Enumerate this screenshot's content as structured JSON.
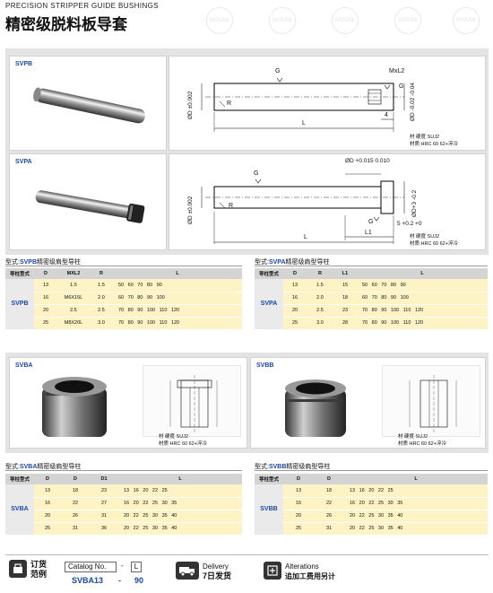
{
  "header": {
    "title_en": "PRECISION STRIPPER GUIDE BUSHINGS",
    "title_zh": "精密级脱料板导套"
  },
  "watermark": "MISUMI",
  "svpb": {
    "tag": "SVPB",
    "dims": {
      "g": "G",
      "mxl2": "MxL2",
      "g2": "G",
      "d_tol": "ØD ±0.002",
      "r": "R",
      "l": "L",
      "four": "4",
      "d_tol2": "ØD -0.02 -0.04"
    },
    "notes": [
      "材 硬度 SUJ2",
      "材质 HRC 60 62+淬冷"
    ]
  },
  "svpa": {
    "tag": "SVPA",
    "dims": {
      "d_top": "ØD +0.015 0.010",
      "g": "G",
      "d_tol": "ØD ±0.002",
      "r": "R",
      "g2": "G",
      "d3": "ØD+3 -0.2",
      "five": "5 +0.2 +0",
      "l1": "L1",
      "l": "L"
    },
    "notes": [
      "材 硬度 SUJ2",
      "材质 HRC 60 62+淬冷"
    ]
  },
  "table_svpb": {
    "title_prefix": "型式:",
    "title_code": "SVPB",
    "title_suffix": "精密级肩型导柱",
    "headers": [
      "导柱型式",
      "D",
      "MXL2",
      "R",
      "L"
    ],
    "side": "SVPB",
    "rows": [
      {
        "d": "13",
        "m": "1.5",
        "r": "1.5",
        "l": "50 60 70 80 90"
      },
      {
        "d": "16",
        "m": "M6X15L",
        "r": "2.0",
        "l": "60 70 80 90 100"
      },
      {
        "d": "20",
        "m": "2.5",
        "r": "2.5",
        "l": "70 80 90 100 110 120"
      },
      {
        "d": "25",
        "m": "M8X20L",
        "r": "3.0",
        "l": "70 80 90 100 110 120"
      }
    ]
  },
  "table_svpa": {
    "title_prefix": "型式:",
    "title_code": "SVPA",
    "title_suffix": "精密级肩型导柱",
    "headers": [
      "导柱型式",
      "D",
      "R",
      "L1",
      "L"
    ],
    "side": "SVPA",
    "rows": [
      {
        "d": "13",
        "r": "1.5",
        "l1": "15",
        "l": "50 60 70 80 90"
      },
      {
        "d": "16",
        "r": "2.0",
        "l1": "18",
        "l": "60 70 80 90 100"
      },
      {
        "d": "20",
        "r": "2.5",
        "l1": "23",
        "l": "70 80 90 100 110 120"
      },
      {
        "d": "25",
        "r": "3.0",
        "l1": "28",
        "l": "70 80 90 100 110 120"
      }
    ]
  },
  "svba": {
    "tag": "SVBA",
    "notes": [
      "材 硬度 SUJ2",
      "材质 HRC 60 62+淬冷"
    ]
  },
  "svbb": {
    "tag": "SVBB",
    "notes": [
      "材 硬度 SUJ2",
      "材质 HRC 60 62+淬冷"
    ]
  },
  "table_svba": {
    "title_prefix": "型式:",
    "title_code": "SVBA",
    "title_suffix": "精密级肩型导柱",
    "headers": [
      "导柱型式",
      "D",
      "D",
      "D1",
      "L"
    ],
    "side": "SVBA",
    "rows": [
      {
        "a": "13",
        "b": "18",
        "c": "23",
        "l": "13 16 20 22 25"
      },
      {
        "a": "16",
        "b": "22",
        "c": "27",
        "l": "16 20 22 25 30 35"
      },
      {
        "a": "20",
        "b": "26",
        "c": "31",
        "l": "20 22 25 30 35 40"
      },
      {
        "a": "25",
        "b": "31",
        "c": "36",
        "l": "20 22 25 30 35 40"
      }
    ]
  },
  "table_svbb": {
    "title_prefix": "型式:",
    "title_code": "SVBB",
    "title_suffix": "精密级肩型导柱",
    "headers": [
      "导柱型式",
      "D",
      "D",
      "L"
    ],
    "side": "SVBB",
    "rows": [
      {
        "a": "13",
        "b": "18",
        "l": "13 16 20 22 25"
      },
      {
        "a": "16",
        "b": "22",
        "l": "16 20 22 25 30 35"
      },
      {
        "a": "20",
        "b": "26",
        "l": "20 22 25 30 35 40"
      },
      {
        "a": "25",
        "b": "31",
        "l": "20 22 25 30 35 40"
      }
    ]
  },
  "footer": {
    "order_label1": "订货",
    "order_label2": "范例",
    "catalog_label": "Catalog  No.",
    "dash": "-",
    "l_box": "L",
    "catalog_code": "SVBA13",
    "catalog_dash": "-",
    "catalog_len": "90",
    "delivery_en": "Delivery",
    "delivery_zh": "7日发货",
    "alter_en": "Alterations",
    "alter_zh": "追加工费用另计"
  }
}
